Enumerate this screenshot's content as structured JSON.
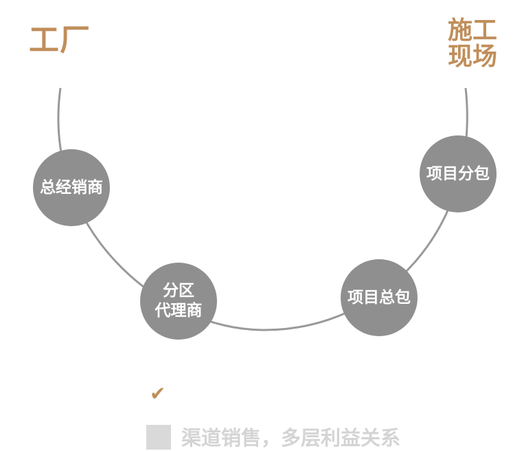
{
  "endpoints": {
    "left": "工厂",
    "right": "施工\n现场"
  },
  "nodes": [
    {
      "label": "总经销商"
    },
    {
      "label": "分区\n代理商"
    },
    {
      "label": "项目总包"
    },
    {
      "label": "项目分包"
    }
  ],
  "legend": {
    "check_icon": "checkmark-icon",
    "text": "渠道销售，多层利益关系"
  },
  "colors": {
    "accent": "#c08e5a",
    "node": "#8f8f8f",
    "arc": "#999999",
    "legend": "#d4d4d4"
  }
}
